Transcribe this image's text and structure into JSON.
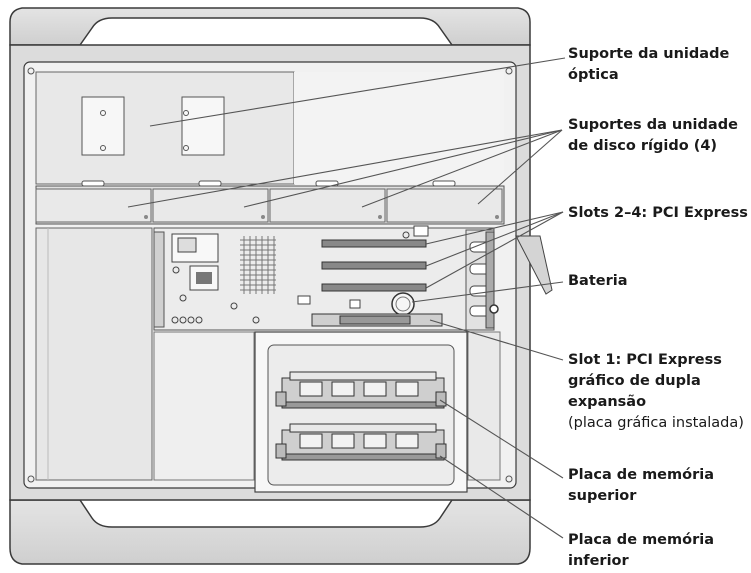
{
  "callouts": {
    "optical_bay": {
      "line1": "Suporte da unidade",
      "line2": "óptica"
    },
    "hd_bays": {
      "line1": "Suportes da unidade",
      "line2": "de disco rígido (4)"
    },
    "pci_slots": {
      "line1": "Slots 2–4: PCI Express"
    },
    "battery": {
      "line1": "Bateria"
    },
    "slot1": {
      "line1": "Slot 1: PCI Express",
      "line2": "gráfico de dupla",
      "line3": "expansão",
      "note": "(placa gráfica instalada)"
    },
    "upper_mem": {
      "line1": "Placa de memória",
      "line2": "superior"
    },
    "lower_mem": {
      "line1": "Placa de memória",
      "line2": "inferior"
    }
  },
  "colors": {
    "chassis": "#d9d9d9",
    "panel": "#e6e6e6",
    "interior": "#efefef",
    "outline": "#3a3a3a",
    "leader": "#555555"
  }
}
